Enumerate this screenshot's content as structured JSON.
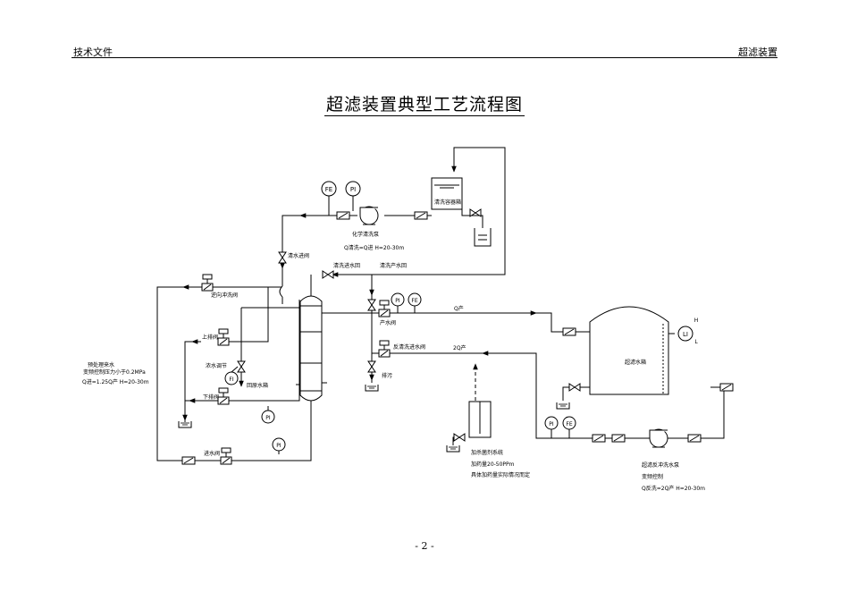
{
  "header": {
    "left": "技术文件",
    "right": "超滤装置"
  },
  "title": "超滤装置典型工艺流程图",
  "page_number": "- 2 -",
  "instruments": {
    "fe": "FE",
    "pi": "PI",
    "li": "LI",
    "li_h": "H",
    "li_l": "L"
  },
  "labels": {
    "chem_pump": "化学清洗泵",
    "chem_pump_q": "Q清洗=Q进   H=20-30m",
    "chem_tank": "清洗容器箱",
    "wash_in_valve": "清水进阀",
    "wash_return_valve": "清洗进水回",
    "wash_product": "清洗产水回",
    "backwash_valve": "逆向冲洗阀",
    "upper_drain": "上排阀",
    "conc_valve": "浓水调节",
    "to_raw_tank": "回原水箱",
    "lower_drain": "下排阀",
    "inlet_valve": "进水阀",
    "product_valve": "产水阀",
    "backwash_in_valve": "反清洗进水阀",
    "drain": "排污",
    "q_product": "Q产",
    "q_back": "2Q产",
    "uf_tank": "超滤水箱",
    "feed_1": "预处理来水",
    "feed_2": "变频控制压力小于0.2MPa",
    "feed_3": "Q进=1.25Q产   H=20-30m",
    "dosing_1": "加杀菌剂系统",
    "dosing_2": "加药量20-50PPm",
    "dosing_3": "具体加药量实际情况而定",
    "bw_pump_1": "超滤反冲洗水泵",
    "bw_pump_2": "变频控制",
    "bw_pump_3": "Q反洗=2Q产   H=20-30m"
  }
}
